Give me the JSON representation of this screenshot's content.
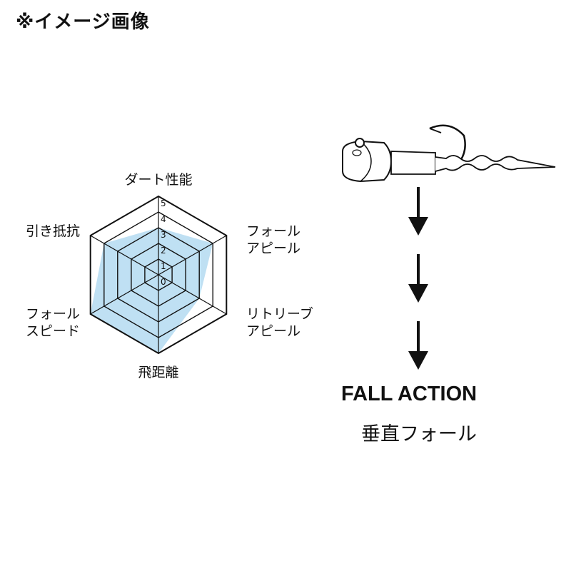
{
  "note": "※イメージ画像",
  "chart_data": {
    "type": "radar",
    "axes": [
      "ダート性能",
      "フォール\nアピール",
      "リトリーブ\nアピール",
      "飛距離",
      "フォール\nスピード",
      "引き抵抗"
    ],
    "ticks": [
      "0",
      "1",
      "2",
      "3",
      "4",
      "5"
    ],
    "range": [
      0,
      5
    ],
    "values": [
      3,
      4,
      3,
      5,
      5,
      4
    ],
    "fill_color": "#bfe0f3",
    "grid_color": "#111111"
  },
  "fall_action": {
    "title": "FALL ACTION",
    "subtitle": "垂直フォール"
  }
}
